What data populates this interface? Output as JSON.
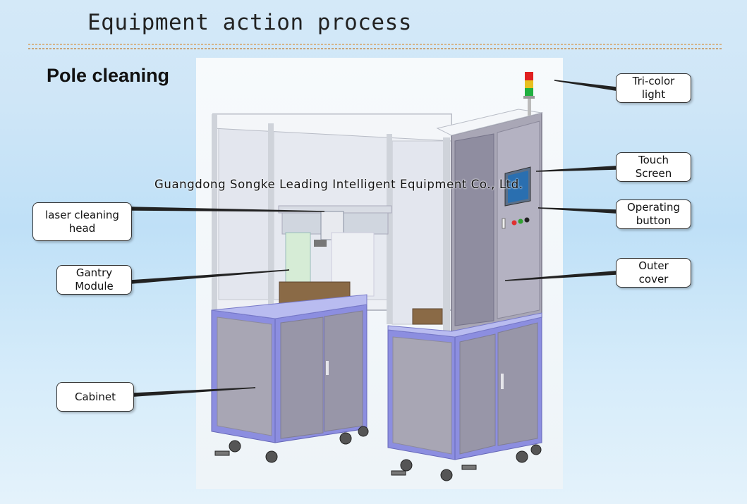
{
  "header": {
    "title": "Equipment action process"
  },
  "section": {
    "subtitle": "Pole cleaning"
  },
  "watermark": {
    "text": "Guangdong Songke Leading Intelligent Equipment Co., Ltd."
  },
  "callouts": {
    "tri_color_light": "Tri-color\nlight",
    "touch_screen": "Touch\nScreen",
    "operating_button": "Operating\nbutton",
    "outer_cover": "Outer\ncover",
    "laser_cleaning_head": "laser cleaning\nhead",
    "gantry_module": "Gantry\nModule",
    "cabinet": "Cabinet"
  },
  "colors": {
    "frame": "#c8ccd4",
    "panel": "#9a98a8",
    "cabinet_trim": "#8c8ee0",
    "glass": "#e3e6ee",
    "light_red": "#e02020",
    "light_yellow": "#e8c020",
    "light_green": "#20b040"
  }
}
